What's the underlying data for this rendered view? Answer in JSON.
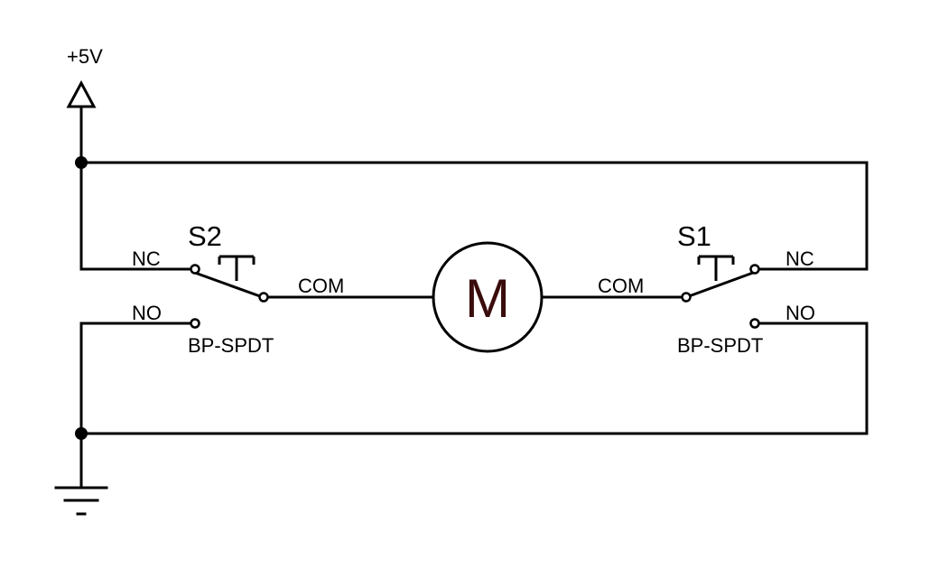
{
  "supply": {
    "label": "+5V"
  },
  "motor": {
    "label": "M",
    "letter_color": "#3a0c0c"
  },
  "switch_left": {
    "ref": "S2",
    "type": "BP-SPDT",
    "nc_label": "NC",
    "no_label": "NO",
    "com_label": "COM"
  },
  "switch_right": {
    "ref": "S1",
    "type": "BP-SPDT",
    "nc_label": "NC",
    "no_label": "NO",
    "com_label": "COM"
  },
  "ground": {
    "icon": "ground-icon"
  },
  "colors": {
    "wire": "#000000",
    "background": "#ffffff"
  }
}
